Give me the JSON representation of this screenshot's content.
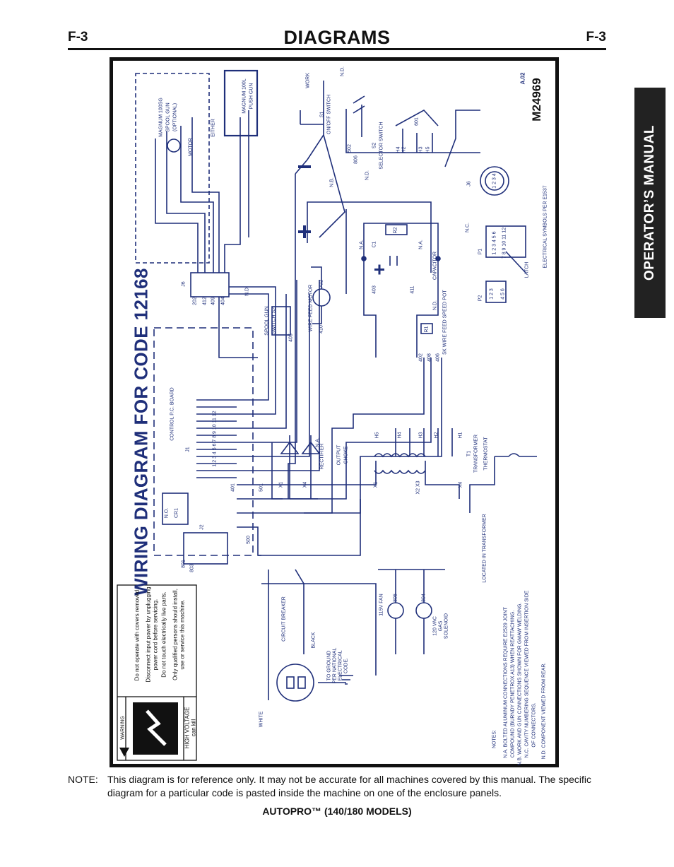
{
  "header": {
    "page_left": "F-3",
    "page_right": "F-3",
    "title": "DIAGRAMS",
    "side_tab": "OPERATOR’S MANUAL"
  },
  "diagram": {
    "title": "WIRING DIAGRAM FOR CODE 12168",
    "model_number": "M24969",
    "revision": "A.02",
    "warning": {
      "heading": "WARNING",
      "high_voltage": "HIGH VOLTAGE",
      "can_kill": "can kill",
      "items": [
        "Do not operate with covers removed.",
        "Disconnect input power by unplugging",
        "power cord before servicing.",
        "Do not touch electrically live parts.",
        "Only qualified persons should install,",
        "use or service this machine."
      ]
    },
    "components": {
      "spool_gun_1": "MAGNUM 100SG",
      "spool_gun_2": "SPOOL GUN",
      "spool_gun_3": "(OPTIONAL)",
      "motor": "MOTOR",
      "either": "EITHER",
      "push_gun_1": "MAGNUM 100L",
      "push_gun_2": "PUSH GUN",
      "work": "WORK",
      "s1": "S1",
      "onoff": "ON/OFF SWITCH",
      "s2": "S2",
      "selector": "SELECTOR SWITCH",
      "j6": "J6",
      "j1": "J1",
      "j2": "J2",
      "control_board": "CONTROL P.C. BOARD",
      "spool_switch_1": "SPOOL GUN",
      "spool_switch_2": "SWITCH S2",
      "wire_feed_motor": "WIRE FEED MOTOR",
      "capacitor": "CAPACITOR",
      "c1": "C1",
      "r2": "R2",
      "r1": "R1",
      "speed_pot": "5K WIRE FEED SPEED POT",
      "rectifier": "RECTIFIER",
      "output_choke_1": "OUTPUT",
      "output_choke_2": "CHOKE",
      "t1": "T1",
      "transformer": "TRANSFORMER",
      "thermostat": "THERMOSTAT",
      "located": "LOCATED IN TRANSFORMER",
      "cr1": "CR1",
      "no": "N.O.",
      "circuit_breaker": "CIRCUIT BREAKER",
      "black": "BLACK",
      "white": "WHITE",
      "ground_1": "TO GROUND",
      "ground_2": "PER NATIONAL",
      "ground_3": "ELECTRICAL",
      "ground_4": "CODE.",
      "fan": "115V FAN",
      "sol_1": "120 VAC",
      "sol_2": "GAS",
      "sol_3": "SOLENOID",
      "latch": "LATCH",
      "p1": "P1",
      "p2": "P2",
      "symbols": "ELECTRICAL SYMBOLS PER E1537",
      "p1_top": "1 2 3 4 5 6",
      "p1_bottom": "7 8 9 10 11 12",
      "p2_top": "1 2 3",
      "p2_bottom": "4 5 6",
      "j1_pins": "1 2 3 4 5 6 7 8 9 10 11 12",
      "j6_pins": "1 2 3 4",
      "x1": "X1",
      "x4": "X4",
      "x2x3": "X2 X3",
      "h1": "H1",
      "h2": "H2",
      "h3": "H3",
      "h4": "H4",
      "h5": "H5",
      "na": "N.A.",
      "nb": "N.B.",
      "nc": "N.C.",
      "nd": "N.D."
    },
    "wires": [
      "202",
      "412",
      "409",
      "404",
      "405",
      "702",
      "410",
      "403",
      "411",
      "402",
      "408",
      "406",
      "401",
      "501",
      "502",
      "500",
      "601",
      "806",
      "801",
      "803",
      "804",
      "805"
    ],
    "notes": {
      "heading": "NOTES:",
      "items": [
        "N.A.  BOLTED ALUMINUM CONNECTIONS REQUIRE E2529 JOINT",
        "COMPOUND (BURNDY PENETROX A13) WHEN REATTACHING.",
        "N.B.  WORK AND GUN CONNECTIONS SHOWN FOR GMAW WELDING.",
        "N.C.  CAVITY NUMBERING SEQUENCE VIEWED FROM INSERTION SIDE",
        "OF CONNECTORS.",
        "N.D.  COMPONENT VIEWED FROM REAR."
      ]
    }
  },
  "page_note": {
    "label": "NOTE:",
    "text": "This diagram is for reference only. It may not be accurate for all machines covered by this manual. The specific diagram for a particular code is pasted inside the machine on one of the enclosure panels."
  },
  "footer": {
    "model": "AUTOPRO™ (140/180 MODELS)"
  },
  "colors": {
    "wire": "#1f2f7a",
    "ink": "#111111"
  }
}
